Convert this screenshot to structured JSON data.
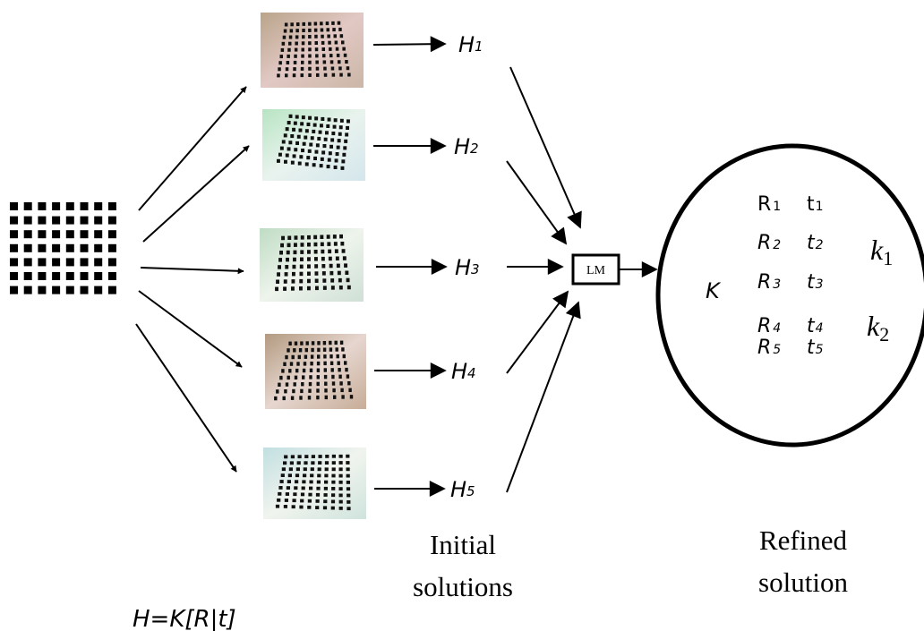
{
  "homographies": [
    {
      "base": "H",
      "sub": "1"
    },
    {
      "base": "H",
      "sub": "2"
    },
    {
      "base": "H",
      "sub": "3"
    },
    {
      "base": "H",
      "sub": "4"
    },
    {
      "base": "H",
      "sub": "5"
    }
  ],
  "optimizer_label": "LM",
  "refined": {
    "intrinsics": "K",
    "rotations": [
      {
        "base": "R",
        "sub": "1"
      },
      {
        "base": "R",
        "sub": "2"
      },
      {
        "base": "R",
        "sub": "3"
      },
      {
        "base": "R",
        "sub": "4"
      },
      {
        "base": "R",
        "sub": "5"
      }
    ],
    "translations": [
      {
        "base": "t",
        "sub": "1"
      },
      {
        "base": "t",
        "sub": "2"
      },
      {
        "base": "t",
        "sub": "3"
      },
      {
        "base": "t",
        "sub": "4"
      },
      {
        "base": "t",
        "sub": "5"
      }
    ],
    "distortion": [
      {
        "base": "k",
        "sub": "1"
      },
      {
        "base": "k",
        "sub": "2"
      }
    ]
  },
  "captions": {
    "initial_line1": "Initial",
    "initial_line2": "solutions",
    "refined_line1": "Refined",
    "refined_line2": "solution",
    "formula": "H=K[R|t]"
  },
  "colors": {
    "ink": "#000000",
    "photo_tint_1": "#cdb3a3",
    "photo_tint_2": "#c8e6ce",
    "photo_tint_3": "#cfe3d3",
    "photo_tint_4": "#cdb39d",
    "photo_tint_5": "#c9dfdd"
  }
}
